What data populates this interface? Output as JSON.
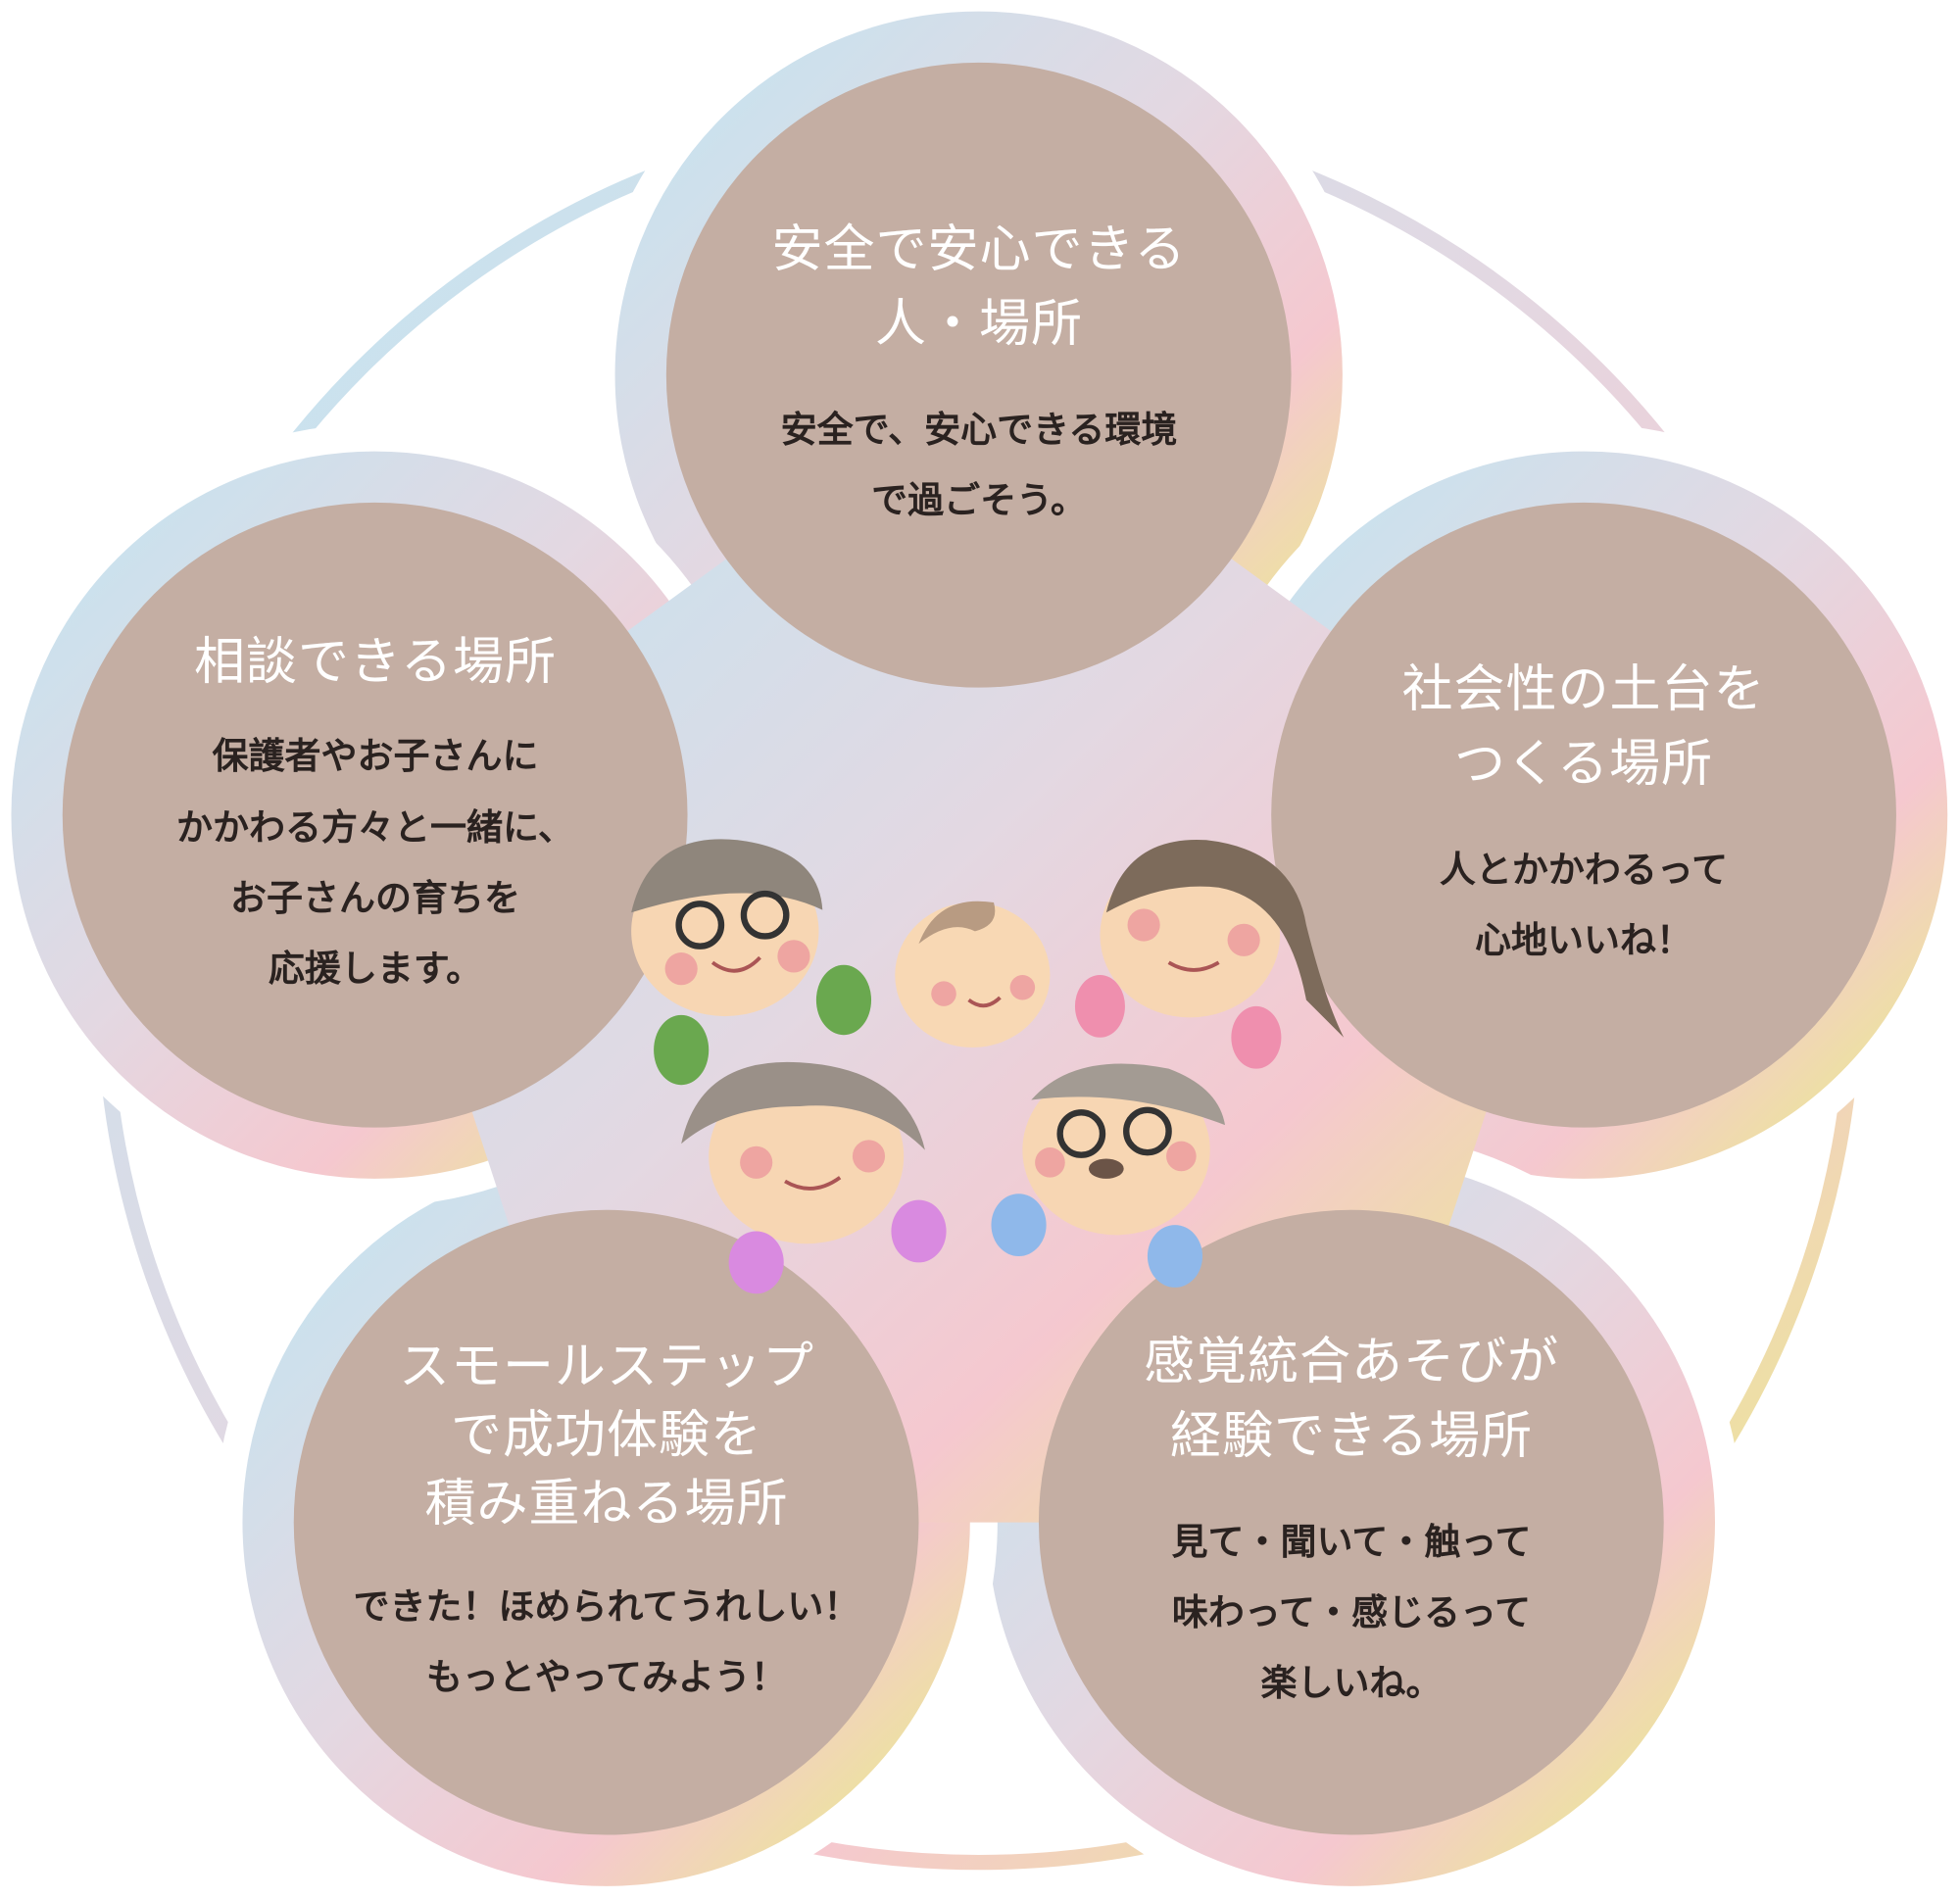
{
  "petals": [
    {
      "title": "安全で安心できる\n人・場所",
      "body": "安全で、安心できる環境\nで過ごそう。"
    },
    {
      "title": "社会性の土台を\nつくる場所",
      "body": "人とかかわるって\n心地いいね！"
    },
    {
      "title": "感覚統合あそびが\n経験できる場所",
      "body": "見て・聞いて・触って\n味わって・感じるって\n楽しいね。"
    },
    {
      "title": "スモールステップ\nで成功体験を\n積み重ねる場所",
      "body": "できた！ほめられてうれしい！\nもっとやってみよう！"
    },
    {
      "title": "相談できる場所",
      "body": "保護者やお子さんに\nかかわる方々と一緒に、\nお子さんの育ちを\n応援します。"
    }
  ],
  "colors": {
    "petal": "#c4aea3",
    "blue": "#bfe3f0",
    "pink": "#f4c9cf",
    "yellow": "#e6f57a"
  }
}
